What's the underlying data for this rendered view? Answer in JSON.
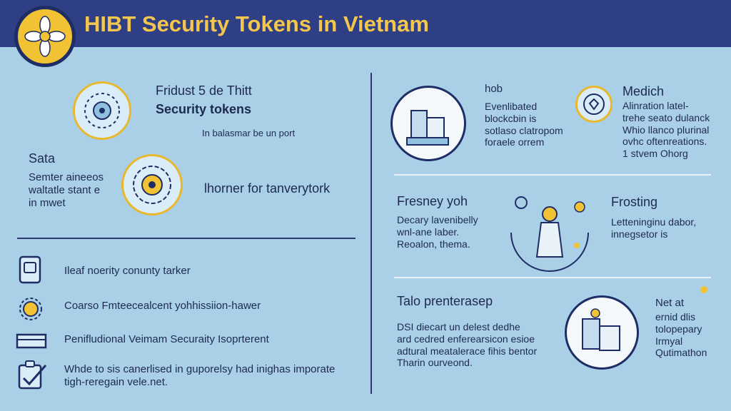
{
  "title": "HIBT Security Tokens in Vietnam",
  "left_top": {
    "heading_1": "Fridust 5 de Thitt",
    "heading_2": "Security tokens",
    "caption": "In balasmar be un port",
    "sata_label": "Sata",
    "sata_lines": [
      "Semter aineeos",
      "waltatle stant e",
      "in mwet"
    ],
    "lhorner_text": "lhorner for tanverytork"
  },
  "left_list": [
    {
      "icon": "phone-icon",
      "text": "Ileaf noerity conunty tarker"
    },
    {
      "icon": "gear-coin-icon",
      "text": "Coarso Fmteecealcent yohhissiion-hawer"
    },
    {
      "icon": "building-icon",
      "text": "Penifludional Veimam Securaity Isoprterent"
    },
    {
      "icon": "checkbox-icon",
      "text": "Whde to sis canerlised in guporelsy had inighas imporate",
      "text2": "tigh-reregain vele.net."
    }
  ],
  "right_top": {
    "hob_label": "hob",
    "hob_lines": [
      "Evenlibated",
      "blockcbin is",
      "sotlaso clatropom",
      "foraele orrem"
    ],
    "medich_label": "Medich",
    "medich_lines": [
      "Alinration latel-",
      "trehe seato dulanck",
      "Whio llanco plurinal",
      "ovhc oftenreations.",
      "1 stvem Ohorg"
    ]
  },
  "right_mid": {
    "fresney_label": "Fresney yoh",
    "fresney_lines": [
      "Decary lavenibelly",
      "wnl-ane laber.",
      "Reoalon, thema."
    ],
    "frosting_label": "Frosting",
    "frosting_lines": [
      "Letteninginu dabor,",
      "innegsetor is"
    ]
  },
  "right_bottom": {
    "talo_label": "Talo prenterasep",
    "talo_lines": [
      "DSI diecart un delest dedhe",
      "ard cedred enferearsicon esioe",
      "adtural meatalerace fihis bentor",
      "Tharin ourveond."
    ],
    "net_label": "Net at",
    "net_lines": [
      "ernid dlis",
      "tolopepary",
      "Irmyal",
      "Qutimathon"
    ]
  },
  "colors": {
    "background": "#a9d0e6",
    "header": "#2f3f86",
    "title": "#f4c64b",
    "accent": "#f1c233",
    "ink": "#1d2a4e"
  }
}
